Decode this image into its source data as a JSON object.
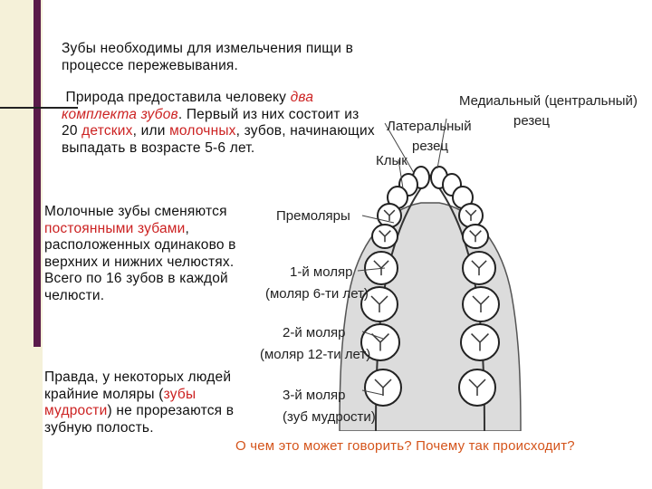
{
  "text": {
    "p1": "Зубы необходимы для измельчения пищи в процессе пережевывания.",
    "p2_a": "Природа предоставила человеку ",
    "p2_hl1": "два комплекта зубов",
    "p2_b": ". Первый из них состоит из 20 ",
    "p2_hl2": "детских",
    "p2_c": ", или ",
    "p2_hl3": "молочных",
    "p2_d": ", зубов, начинающих выпадать в возрасте 5-6 лет.",
    "p3_a": "Молочные зубы сменяются ",
    "p3_hl": "постоянными зубами",
    "p3_b": ", расположенных одинаково в верхних и нижних челюстях. Всего по 16 зубов в каждой челюсти.",
    "p4_a": "Правда, у некоторых людей крайние моляры (",
    "p4_hl": "зубы мудрости",
    "p4_b": ") не прорезаются в зубную полость.",
    "question": "О чем это может говорить? Почему так происходит?"
  },
  "diagram": {
    "labels": {
      "medial": "Медиальный (центральный)",
      "medial2": "резец",
      "lateral": "Латеральный",
      "lateral2": "резец",
      "canine": "Клык",
      "premolars": "Премоляры",
      "molar1": "1-й моляр",
      "molar1b": "(моляр 6-ти лет)",
      "molar2": "2-й моляр",
      "molar2b": "(моляр 12-ти лет)",
      "molar3": "3-й моляр",
      "molar3b": "(зуб мудрости)"
    }
  },
  "colors": {
    "accent_red": "#cc2222",
    "question_orange": "#d4541b",
    "bar": "#5a1a4a",
    "strip": "#f5f1d9"
  }
}
